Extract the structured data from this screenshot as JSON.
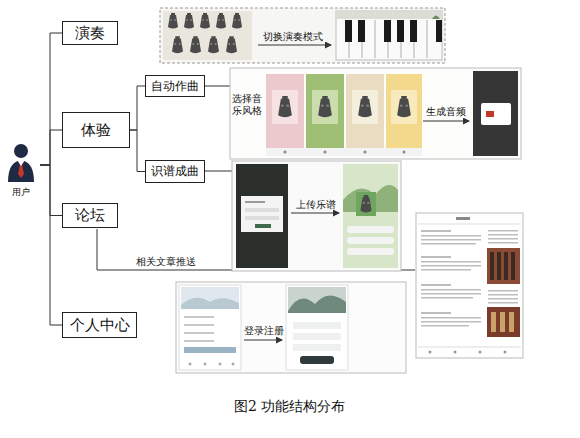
{
  "diagram": {
    "caption": "图2 功能结构分布",
    "nodes": [
      {
        "text": [
          "用户"
        ]
      },
      {
        "text": [
          "演奏"
        ]
      },
      {
        "text": [
          "体验"
        ]
      },
      {
        "text": [
          "自动作曲"
        ]
      },
      {
        "text": [
          "识谱成曲"
        ]
      },
      {
        "text": [
          "论坛"
        ]
      },
      {
        "text": [
          "个人中心"
        ]
      }
    ],
    "edges": [
      {
        "from": 0,
        "to": 1,
        "arrow": "none"
      },
      {
        "from": 0,
        "to": 2,
        "arrow": "none"
      },
      {
        "from": 0,
        "to": 5,
        "arrow": "none"
      },
      {
        "from": 0,
        "to": 6,
        "arrow": "none"
      },
      {
        "from": 2,
        "to": 3,
        "arrow": "none"
      },
      {
        "from": 2,
        "to": 4,
        "arrow": "none"
      }
    ],
    "labels": [
      "切换演奏模式",
      "选择音乐风格",
      "生成音频",
      "上传乐谱",
      "相关文章推送",
      "登录注册"
    ]
  }
}
